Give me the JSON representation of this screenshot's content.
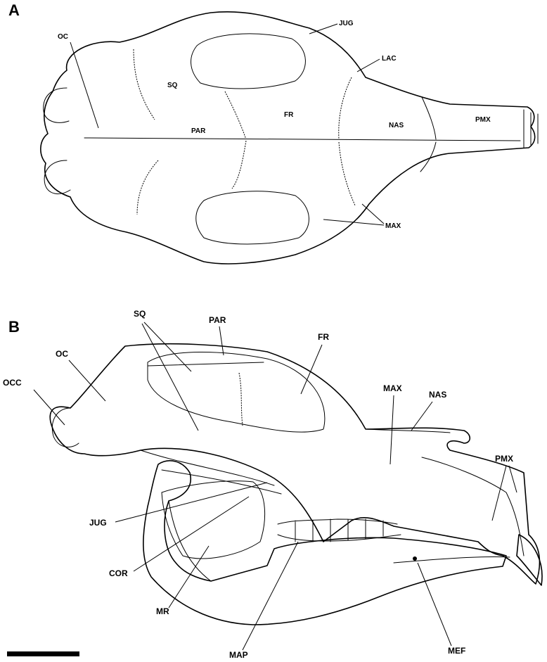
{
  "panels": {
    "a": {
      "letter": "A",
      "labels": {
        "oc": "OC",
        "jug": "JUG",
        "lac": "LAC",
        "sq": "SQ",
        "fr": "FR",
        "par": "PAR",
        "nas": "NAS",
        "pmx": "PMX",
        "max": "MAX"
      }
    },
    "b": {
      "letter": "B",
      "labels": {
        "sq": "SQ",
        "par": "PAR",
        "fr": "FR",
        "oc": "OC",
        "occ": "OCC",
        "max": "MAX",
        "nas": "NAS",
        "pmx": "PMX",
        "jug": "JUG",
        "cor": "COR",
        "mr": "MR",
        "map": "MAP",
        "mef": "MEF"
      }
    }
  },
  "colors": {
    "ink": "#000000",
    "paper": "#ffffff"
  }
}
